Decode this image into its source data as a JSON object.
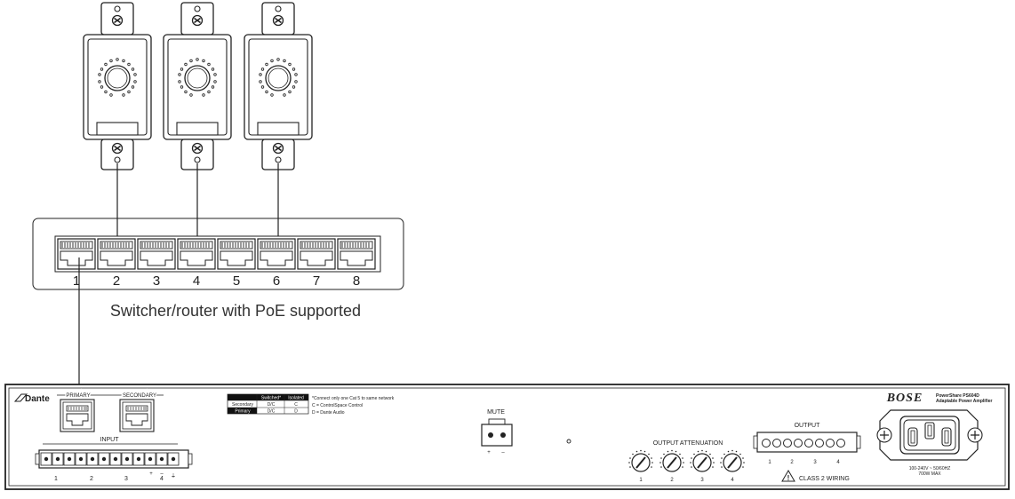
{
  "wall_panels": [
    {
      "name": "wall-panel-1"
    },
    {
      "name": "wall-panel-2"
    },
    {
      "name": "wall-panel-3"
    }
  ],
  "switch": {
    "caption": "Switcher/router with PoE supported",
    "port_labels": [
      "1",
      "2",
      "3",
      "4",
      "5",
      "6",
      "7",
      "8"
    ]
  },
  "amplifier": {
    "dante_logo": "Dante",
    "primary_label": "PRIMARY",
    "secondary_label": "SECONDARY",
    "input_label": "INPUT",
    "input_numbers": [
      "1",
      "2",
      "3",
      "4"
    ],
    "table": {
      "headers": [
        "",
        "Switched*",
        "Isolated"
      ],
      "rows": [
        [
          "Secondary",
          "D/C",
          "C"
        ],
        [
          "Primary",
          "D/C",
          "D"
        ]
      ]
    },
    "notes": [
      "*Connect only one Cat 5 to same network",
      "C = ControlSpace Control",
      "D = Dante Audio"
    ],
    "mute_label": "MUTE",
    "mute_polarity": [
      "+",
      "–"
    ],
    "output_attenuation_label": "OUTPUT ATTENUATION",
    "attenuation_numbers": [
      "1",
      "2",
      "3",
      "4"
    ],
    "output_label": "OUTPUT",
    "output_numbers": [
      "1",
      "2",
      "3",
      "4"
    ],
    "class2_label": "CLASS 2 WIRING",
    "brand": "BOSE",
    "model_line1": "PowerShare PS604D",
    "model_line2": "Adaptable Power Amplifier",
    "power_line1": "100-240V ~ 50/60HZ",
    "power_line2": "700W MAX"
  }
}
